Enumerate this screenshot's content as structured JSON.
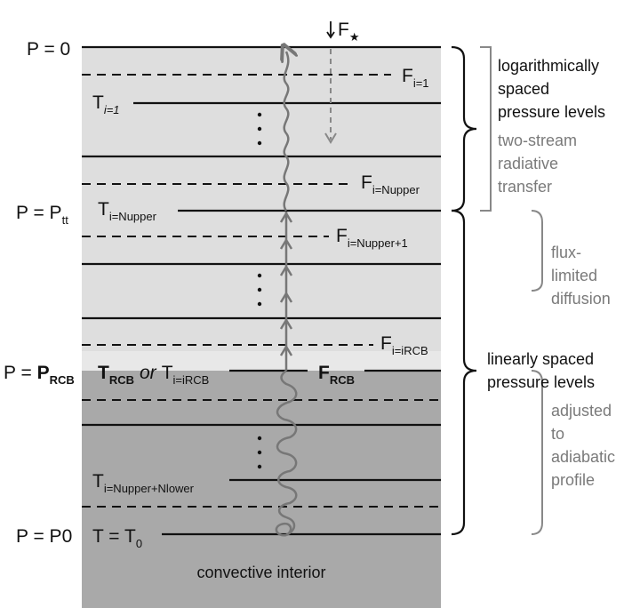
{
  "pressure_labels": {
    "top": "P = 0",
    "ptt": "P = P",
    "ptt_sub": "tt",
    "rcb_prefix": "P = ",
    "rcb_main": "P",
    "rcb_sub": "RCB",
    "bottom": "P = P0"
  },
  "temperature_labels": {
    "t1": "T",
    "t1_sub": "i=1",
    "tnupper": "T",
    "tnupper_sub": "i=Nupper",
    "trcb": "T",
    "trcb_sub": "RCB",
    "trcb_or": "or",
    "trcb_alt": "T",
    "trcb_alt_sub": "i=iRCB",
    "tlower": "T",
    "tlower_sub": "i=Nupper+Nlower",
    "t0": "T = T",
    "t0_sub": "0"
  },
  "flux_labels": {
    "fstar": "F",
    "fstar_sym": "★",
    "f1": "F",
    "f1_sub": "i=1",
    "fnupper": "F",
    "fnupper_sub": "i=Nupper",
    "fnupper1": "F",
    "fnupper1_sub": "i=Nupper+1",
    "firc": "F",
    "firc_sub": "i=iRCB",
    "frcb": "F",
    "frcb_sub": "RCB"
  },
  "annotations": {
    "upper_group": [
      "logarithmically",
      "spaced",
      "pressure levels"
    ],
    "upper_method": [
      "two-stream",
      "radiative",
      "transfer"
    ],
    "lower_group": [
      "linearly spaced",
      "pressure levels"
    ],
    "flux_limited": [
      "flux-",
      "limited",
      "diffusion"
    ],
    "adiabatic": [
      "adjusted",
      "to",
      "adiabatic",
      "profile"
    ],
    "interior": "convective interior"
  },
  "colors": {
    "upper_layer": "#dedede",
    "lower_layer": "#a9a9a9",
    "line": "#111111",
    "arrow": "#777777",
    "bracket_black": "#111111",
    "bracket_gray": "#888888"
  }
}
